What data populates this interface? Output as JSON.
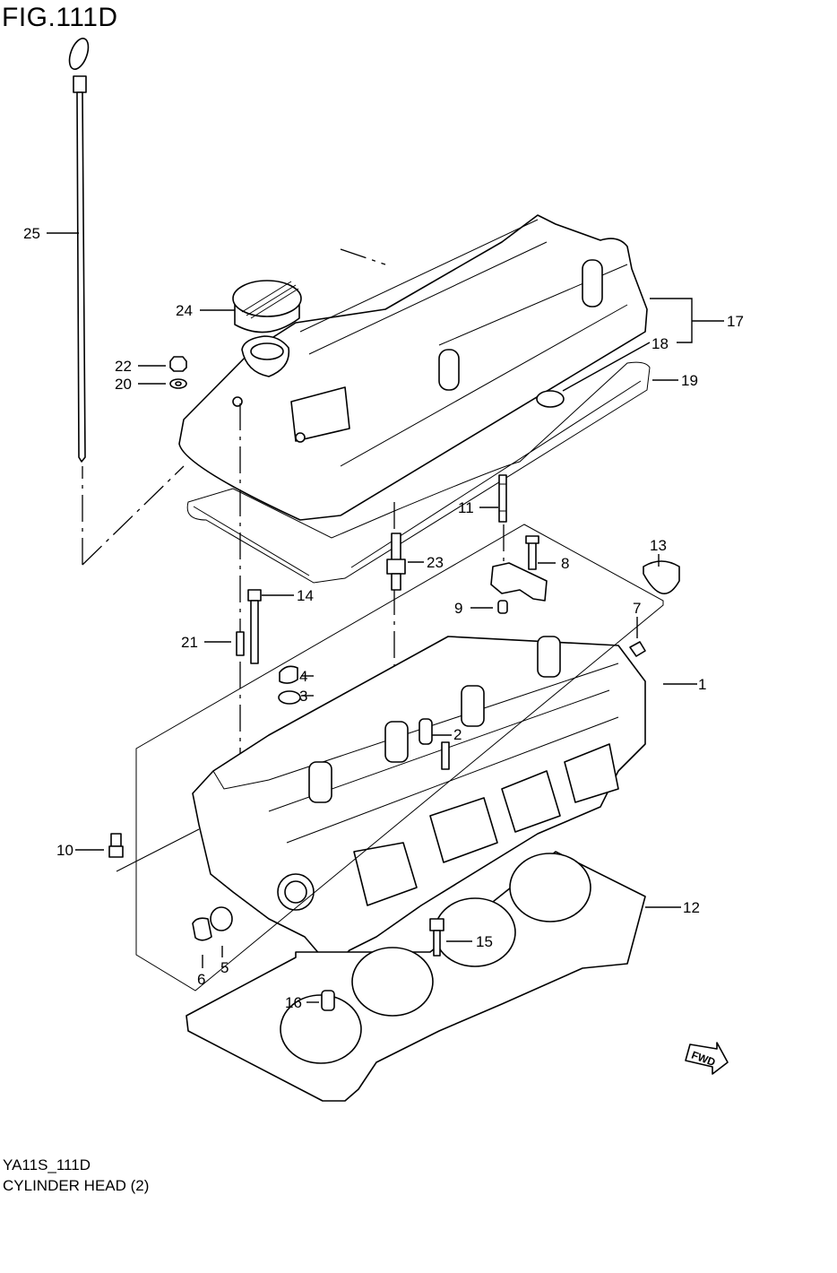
{
  "figure": {
    "title": "FIG.111D",
    "code": "YA11S_111D",
    "name": "CYLINDER HEAD (2)"
  },
  "fwd_label": "FWD",
  "callouts": [
    "1",
    "2",
    "3",
    "4",
    "5",
    "6",
    "7",
    "8",
    "9",
    "10",
    "11",
    "12",
    "13",
    "14",
    "15",
    "16",
    "17",
    "18",
    "19",
    "20",
    "21",
    "22",
    "23",
    "24",
    "25"
  ]
}
